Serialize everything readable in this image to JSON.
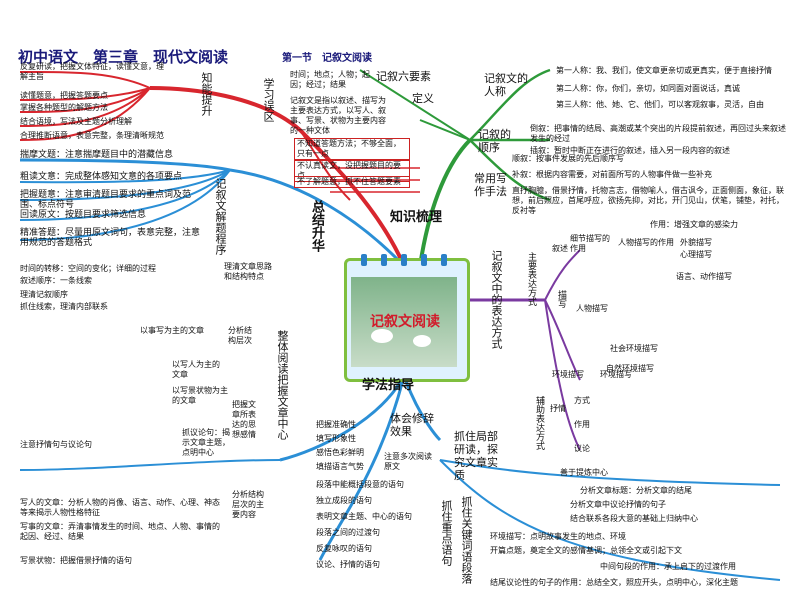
{
  "title": {
    "chapter": "初中语文　第三章　现代文阅读",
    "section": "第一节　记叙文阅读"
  },
  "center": {
    "label": "记叙文阅读"
  },
  "branches": {
    "zhishi": "知识梳理",
    "zongjie": "总结升华",
    "xuefa": "学法指导"
  },
  "top_left": {
    "label": "知能提升",
    "items": [
      "反复研读，把握文体特征，读懂文意，理解主旨",
      "读懂题意，把握答题要点",
      "掌握各种题型的解题方法",
      "结合语境，写法及主题分析理解",
      "合理推断语意，表意完整，条理清晰规范"
    ]
  },
  "xuexiwuqu": {
    "label": "学习误区",
    "items": [
      "不知道答题方法；不够全面，只有一点",
      "不认真读文，没把握题目的要点",
      "不了解题意，抓不住答题要素"
    ],
    "def": "记叙文是指以叙述、描写为主要表达方式，以写人、叙事、写景、状物为主要内容的一种文体",
    "dingyi": "定义",
    "liuyaosu_label": "记叙六要素",
    "liuyaosu": "时间；地点；人物；起因；经过；结果"
  },
  "jiedati": {
    "label": "记叙文解题程序",
    "items": [
      "揣摩文题：注意揣摩题目中的潜藏信息",
      "粗读文意：完成整体感知文意的各项要点",
      "把握题意：注意审清题目要求的重点词及范围、标点符号",
      "回读原文：按题目要求筛选信息",
      "精准答题：尽量用原文词句，表意完整，注意用规范的答题格式"
    ]
  },
  "zhengti": {
    "label": "整体阅读把握文章中心",
    "groups": [
      {
        "label": "理清文章思路和结构特点",
        "items": [
          "时间的转移：空间的变化；详细的过程",
          "叙述顺序：一条线索",
          "理清记叙顺序",
          "抓住线索，理清内部联系"
        ]
      },
      {
        "label": "分析结构层次",
        "items": [
          "以事写为主的文章",
          "以写人为主的文章",
          "以写景状物为主的文章"
        ]
      },
      {
        "label": "把握文章所表达的思想感情",
        "items": [
          "抓议论句：揭示文章主题，点明中心",
          "注意抒情句与议论句"
        ]
      },
      {
        "label": "分析结构层次的主要内容",
        "items": [
          "写人的文章：分析人物的肖像、语言、动作、心理、神态等来揭示人物性格特征",
          "写事的文章：弄清事情发生的时间、地点、人物、事情的起因、经过、结果",
          "写景状物：把握借景抒情的语句"
        ]
      }
    ]
  },
  "tihui": {
    "label": "体会修辞效果",
    "items": [
      "把握准确性",
      "填写形象性",
      "感悟色彩鲜明",
      "填描语言气势"
    ]
  },
  "zhuaju": {
    "label": "抓住局部研读，探究文章实质",
    "items": [
      "注意多次阅读原文"
    ]
  },
  "zhongdian": {
    "label": "抓住重点语句",
    "items": [
      "段落中能概括段意的语句",
      "独立成段的语句",
      "表明文章主题、中心的语句",
      "段落之间的过渡句",
      "反复咏叹的语句",
      "议论、抒情的语句"
    ]
  },
  "guanjian": {
    "label": "抓住关键词语段落",
    "items": [
      "善于提炼中心",
      "分析文章标题：分析文章的结尾",
      "分析文章中议论抒情的句子",
      "结合联系各段大意的基础上归纳中心",
      "环境描写：点明故事发生的地点、环境",
      "开篇点题，奠定全文的感情基调；总领全文或引起下文",
      "中间句段的作用：承上启下的过渡作用",
      "结尾议论性的句子的作用：总结全文，照应开头，点明中心，深化主题"
    ]
  },
  "renche": {
    "label": "记叙文的人称",
    "items": [
      "第一人称：我、我们，使文章更亲切或更真实，便于直接抒情",
      "第二人称：你，你们，亲切，如同面对面说话，真诚",
      "第三人称：他、她、它、他们，可以客观叙事，灵活，自由"
    ]
  },
  "shunxu": {
    "label": "记叙的顺序",
    "items": [
      "倒叙：把事情的结局、高潮或某个突出的片段提前叙述，再回过头来叙述发生的经过",
      "插叙：暂时中断正在进行的叙述，插入另一段内容的叙述",
      "顺叙：按事件发展的先后顺序写",
      "补叙：根据内容需要，对前面所写的人物事件做一些补充"
    ]
  },
  "shoufa": {
    "label": "常用写作手法",
    "items": [
      "直抒胸臆，借景抒情，托物言志，借物喻人，借古讽今，正面侧面，象征，联想，前后照应，首尾呼应，欲扬先抑，对比，开门见山，伏笔，铺垫，衬托，反衬等",
      "作用：增强文章的感染力"
    ]
  },
  "biaoda": {
    "label": "记叙文中的表达方式",
    "groups": [
      {
        "label": "主要表达方式",
        "sub": "叙述",
        "items": [
          "细节描写的作用",
          "人物描写",
          "环境描写"
        ]
      },
      {
        "label": "描写",
        "items": [
          "人物描写的作用",
          "语言、动作描写",
          "外貌描写",
          "心理描写"
        ]
      },
      {
        "label": "环境描写",
        "items": [
          "社会环境描写",
          "自然环境描写"
        ]
      },
      {
        "label": "辅助表达方式",
        "items": [
          "抒情",
          "议论",
          "方式",
          "作用"
        ]
      }
    ]
  },
  "colors": {
    "red": "#d8262e",
    "green": "#2e9a3a",
    "blue": "#2b8fd6",
    "purple": "#7a3aa0",
    "accent": "#1a1a7a"
  }
}
